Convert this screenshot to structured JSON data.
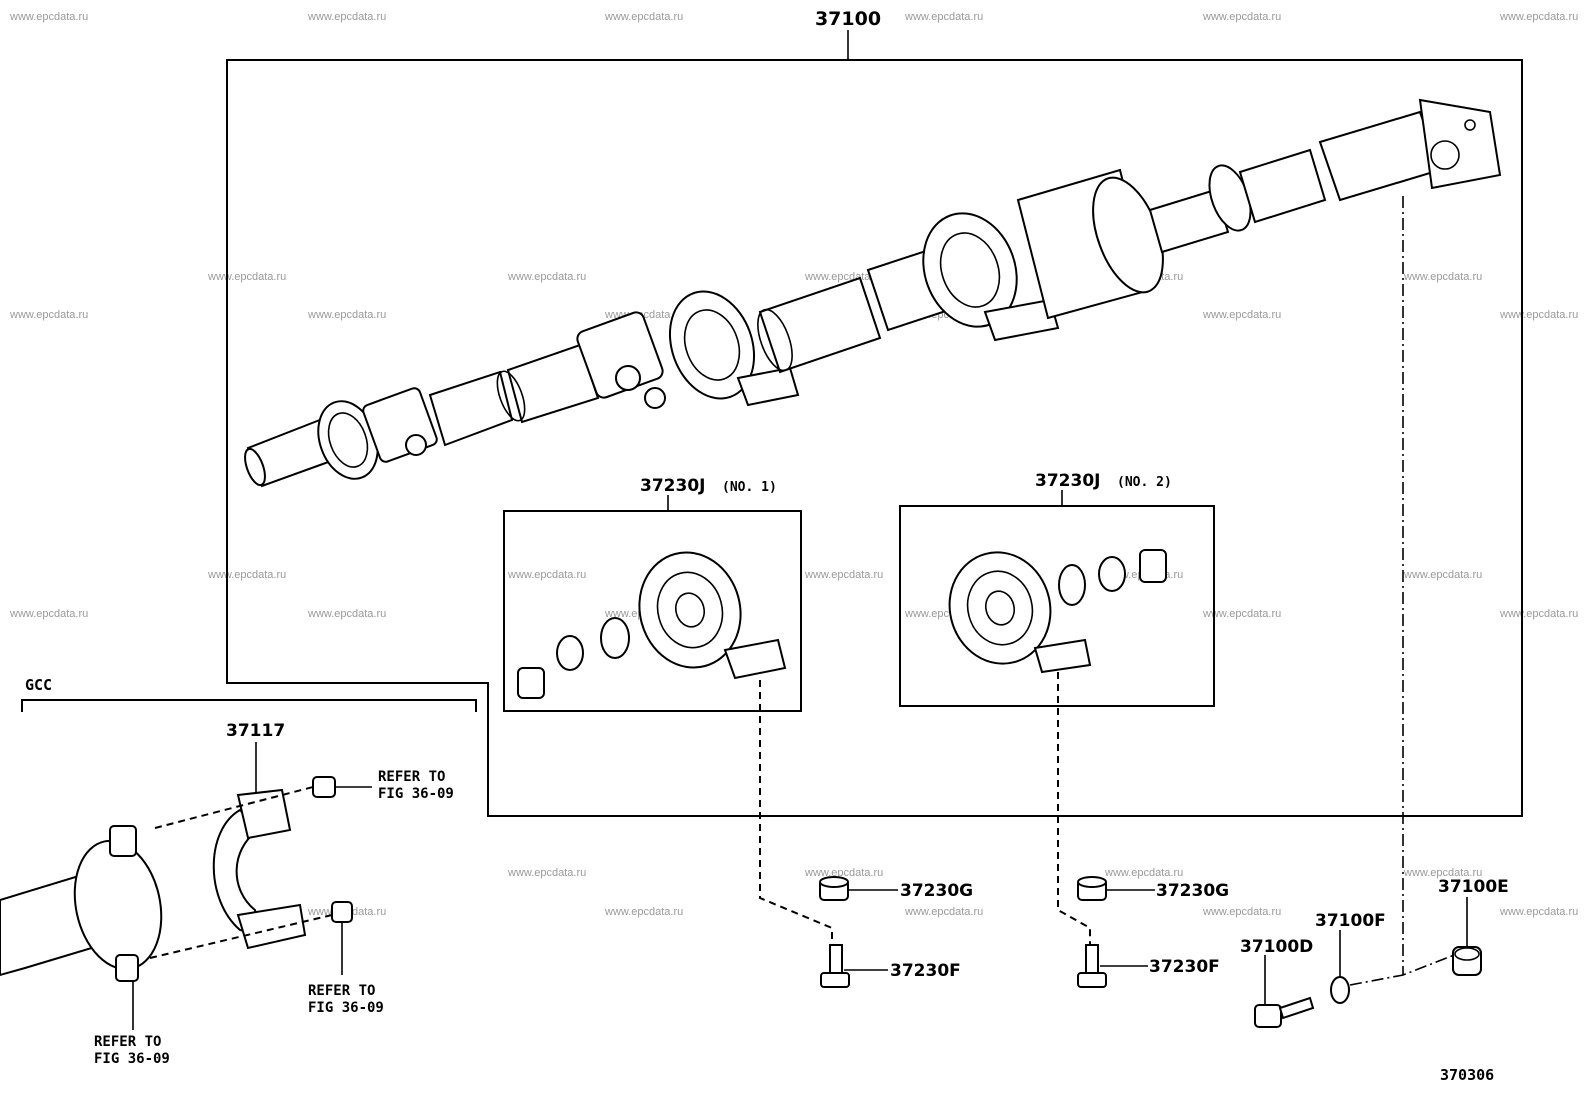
{
  "watermark": "www.epcdata.ru",
  "labels": {
    "main_assembly": "37100",
    "bearing_no1": "37230J",
    "bearing_no1_suffix": "(NO. 1)",
    "bearing_no2": "37230J",
    "bearing_no2_suffix": "(NO. 2)",
    "gcc": "GCC",
    "clamp": "37117",
    "refer_line1": "REFER TO",
    "refer_line2": "FIG 36-09",
    "nut_left": "37230G",
    "bolt_left": "37230F",
    "nut_right": "37230G",
    "bolt_right": "37230F",
    "bolt_d": "37100D",
    "washer_f": "37100F",
    "nut_e": "37100E",
    "figure_number": "370306"
  }
}
